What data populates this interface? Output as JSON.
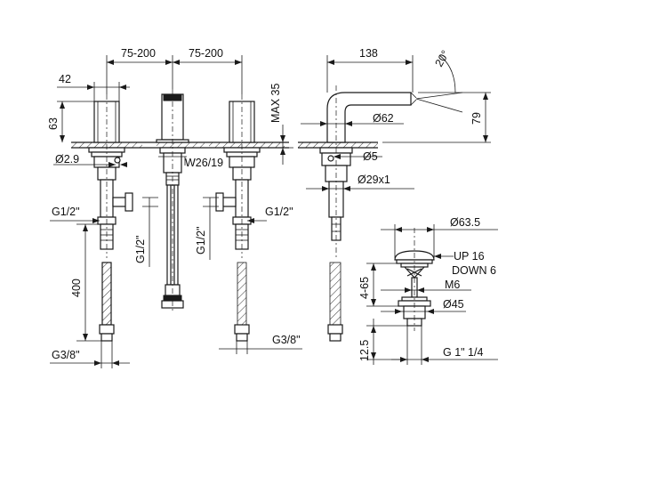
{
  "drawing": {
    "dimensions": {
      "spacing_left": "75-200",
      "spacing_right": "75-200",
      "body_width": "42",
      "body_height": "63",
      "max_deck": "MAX 35",
      "spout_reach": "138",
      "spout_angle": "20°",
      "spout_height": "79",
      "spout_base_dia": "Ø62",
      "small_hole_left": "Ø2.9",
      "wrench": "W26/19",
      "small_hole_right": "Ø5",
      "mount_dia": "Ø29x1",
      "inlet_left": "G1/2\"",
      "inlet_mid_left": "G1/2\"",
      "inlet_mid_right": "G1/2\"",
      "inlet_right": "G1/2\"",
      "hose_length": "400",
      "outlet_left": "G3/8\"",
      "outlet_right": "G3/8\"",
      "waste_dia": "Ø63.5",
      "waste_up": "UP 16",
      "waste_down": "DOWN 6",
      "waste_range": "4-65",
      "waste_thread": "M6",
      "waste_flange": "Ø45",
      "waste_depth": "12.5",
      "waste_outlet": "G 1\" 1/4"
    }
  }
}
